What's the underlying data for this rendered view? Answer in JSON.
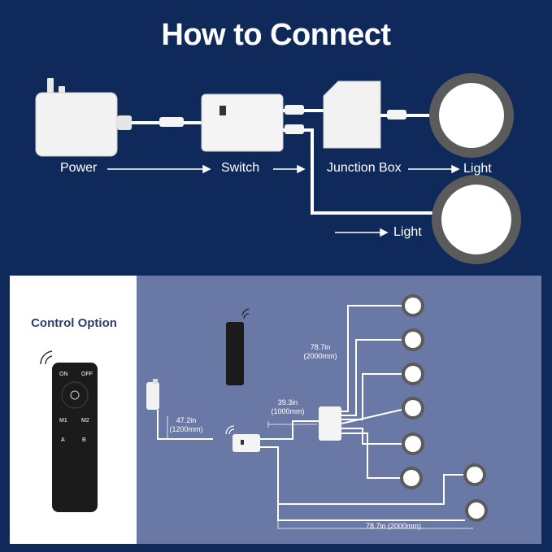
{
  "title": "How to Connect",
  "top": {
    "power_label": "Power",
    "switch_label": "Switch",
    "junction_label": "Junction Box",
    "light_label_1": "Light",
    "light_label_2": "Light"
  },
  "bottom": {
    "control_title": "Control Option",
    "dim_a_1": "47.2in",
    "dim_a_2": "(1200mm)",
    "dim_b_1": "39.3in",
    "dim_b_2": "(1000mm)",
    "dim_c_1": "78.7in",
    "dim_c_2": "(2000mm)",
    "dim_d": "78.7in (2000mm)",
    "remote_buttons": {
      "on": "ON",
      "off": "OFF",
      "m1": "M1",
      "m2": "M2",
      "a": "A",
      "b": "B"
    }
  },
  "colors": {
    "background": "#0f2a5a",
    "panel": "#6a78a6",
    "title_dark": "#2f3f6a"
  }
}
